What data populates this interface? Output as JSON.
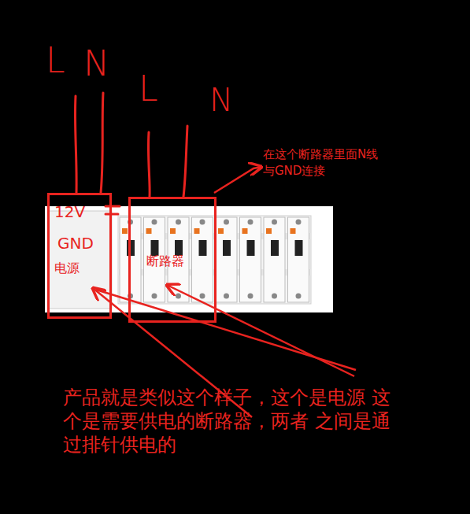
{
  "diagram": {
    "nodes": [
      {
        "text": [
          "12V",
          "GND",
          "电源"
        ]
      },
      {
        "text": [
          "断路器"
        ]
      }
    ],
    "labels": [
      "L",
      "N",
      "L",
      "N",
      "在这个断路器里面N线与GND连接",
      "产品就是类似这个样子，这个是电源 这个是需要供电的断路器，两者 之间是通过排针供电的"
    ]
  }
}
